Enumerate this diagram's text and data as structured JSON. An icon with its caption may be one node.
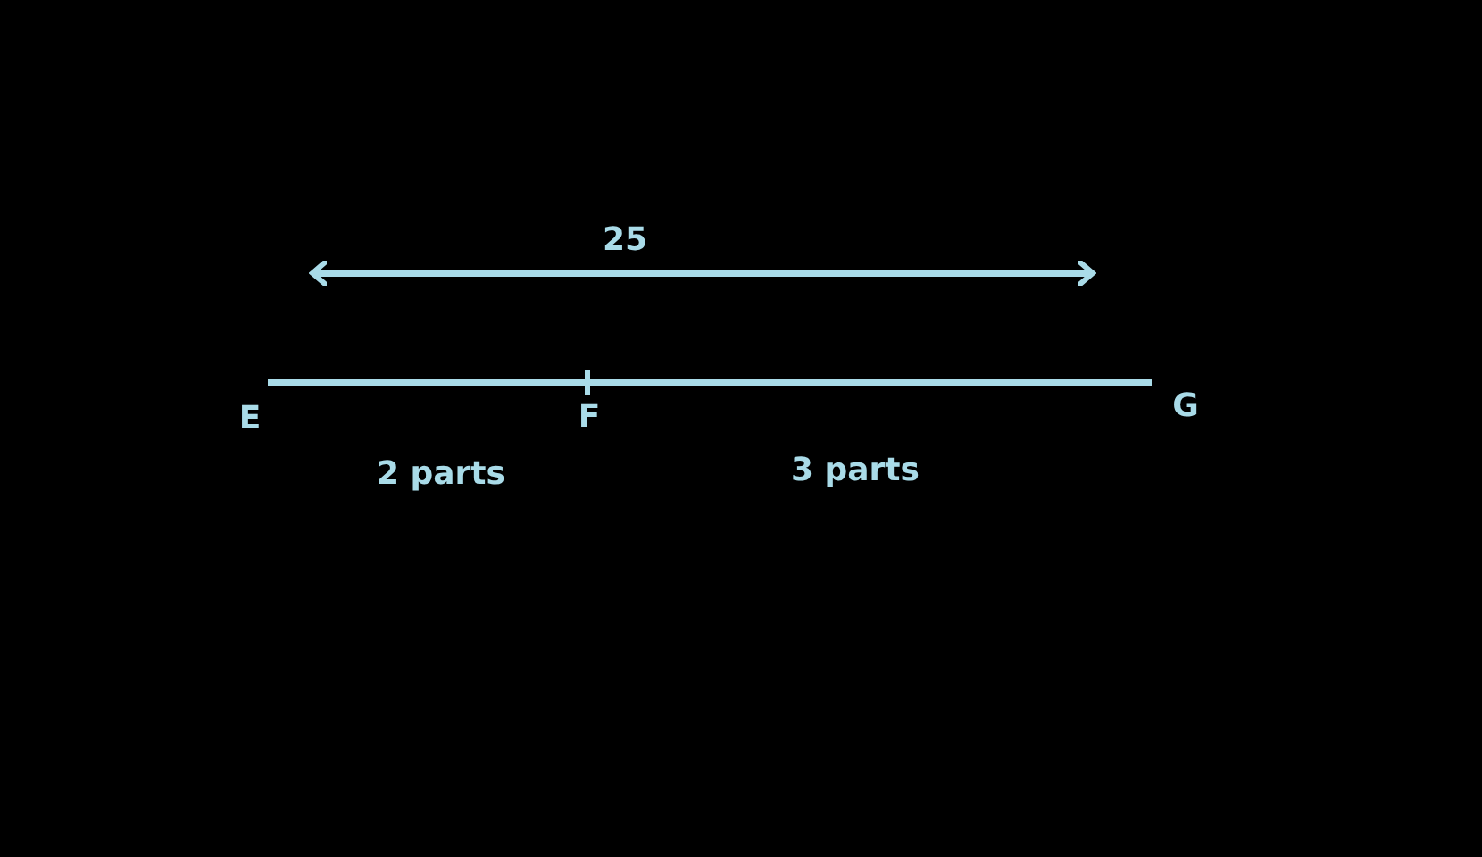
{
  "diagram": {
    "labels": [
      "25",
      "E",
      "F",
      "G",
      "2 parts",
      "3 parts"
    ]
  }
}
